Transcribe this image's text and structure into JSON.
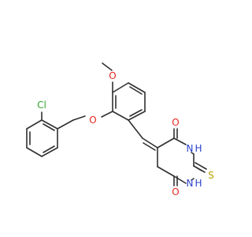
{
  "colors": {
    "background": "#ffffff",
    "carbon_bond": "#303030",
    "oxygen": "#e8261f",
    "nitrogen": "#2a3fcc",
    "sulfur": "#b8a100",
    "chlorine": "#2fa62f"
  },
  "atoms": {
    "chlorine": "Cl",
    "ether_oxygen": "O",
    "methoxy_oxygen": "O",
    "carbonyl_oxygen_top": "O",
    "carbonyl_oxygen_bottom": "O",
    "nitrogen_top": "N",
    "hydrogen_top": "H",
    "nitrogen_bottom": "N",
    "hydrogen_bottom": "H",
    "sulfur": "S"
  }
}
